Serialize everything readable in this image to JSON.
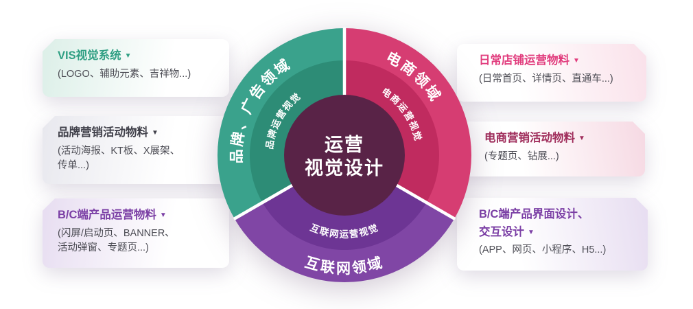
{
  "caret": "▼",
  "center": {
    "line1": "运营",
    "line2": "视觉设计"
  },
  "ring": {
    "center_color": "#592347",
    "sectors": [
      {
        "id": "brand",
        "outer_label": "品牌、广告领域",
        "inner_label": "品牌运营视觉",
        "outer_color": "#3aa28c",
        "inner_color": "#2d8c76"
      },
      {
        "id": "ecommerce",
        "outer_label": "电商领域",
        "inner_label": "电商运营视觉",
        "outer_color": "#d63d72",
        "inner_color": "#c02b5f"
      },
      {
        "id": "internet",
        "outer_label": "互联网领域",
        "inner_label": "互联网运营视觉",
        "outer_color": "#8046a5",
        "inner_color": "#6d3594"
      }
    ]
  },
  "left_boxes": [
    {
      "title": "VIS视觉系统",
      "subtitle_lines": [
        "(LOGO、辅助元素、吉祥物...)"
      ],
      "title_color": "#2f9f83",
      "tint": "#dcefe8"
    },
    {
      "title": "品牌营销活动物料",
      "subtitle_lines": [
        "(活动海报、KT板、X展架、",
        "传单...)"
      ],
      "title_color": "#40404a",
      "tint": "#e8e8ee"
    },
    {
      "title": "B/C端产品运营物料",
      "subtitle_lines": [
        "(闪屏/启动页、BANNER、",
        "活动弹窗、专题页...)"
      ],
      "title_color": "#7b3fa5",
      "tint": "#e7ddf1"
    }
  ],
  "right_boxes": [
    {
      "title": "日常店铺运营物料",
      "subtitle_lines": [
        "(日常首页、详情页、直通车...)"
      ],
      "title_color": "#e13c7d",
      "tint": "#fae1ea"
    },
    {
      "title": "电商营销活动物料",
      "subtitle_lines": [
        "(专题页、钻展...)"
      ],
      "title_color": "#a02e5c",
      "tint": "#f6d9e3"
    },
    {
      "title": "B/C端产品界面设计、",
      "title2": "交互设计",
      "subtitle_lines": [
        "(APP、网页、小程序、H5...)"
      ],
      "title_color": "#7b3fa5",
      "tint": "#e7ddf1"
    }
  ]
}
